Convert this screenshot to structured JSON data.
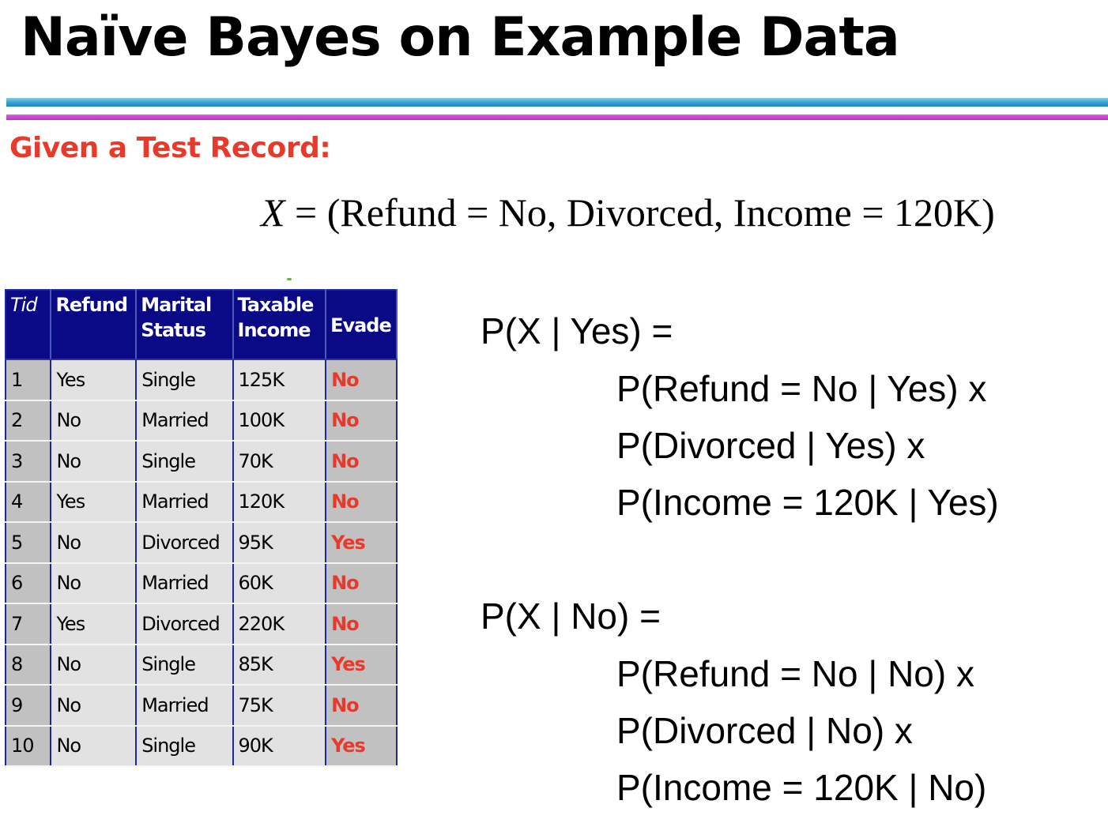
{
  "slide": {
    "title": "Naïve Bayes on Example Data",
    "subtitle": "Given a Test Record:",
    "formula": {
      "var": "X",
      "body": " = (Refund = No, Divorced, Income = 120K)"
    }
  },
  "table": {
    "headers": [
      "Tid",
      "Refund",
      "Marital\nStatus",
      "Taxable\nIncome",
      "Evade"
    ],
    "rows": [
      [
        "1",
        "Yes",
        "Single",
        "125K",
        "No"
      ],
      [
        "2",
        "No",
        "Married",
        "100K",
        "No"
      ],
      [
        "3",
        "No",
        "Single",
        "70K",
        "No"
      ],
      [
        "4",
        "Yes",
        "Married",
        "120K",
        "No"
      ],
      [
        "5",
        "No",
        "Divorced",
        "95K",
        "Yes"
      ],
      [
        "6",
        "No",
        "Married",
        "60K",
        "No"
      ],
      [
        "7",
        "Yes",
        "Divorced",
        "220K",
        "No"
      ],
      [
        "8",
        "No",
        "Single",
        "85K",
        "Yes"
      ],
      [
        "9",
        "No",
        "Married",
        "75K",
        "No"
      ],
      [
        "10",
        "No",
        "Single",
        "90K",
        "Yes"
      ]
    ]
  },
  "equations": {
    "yes": {
      "head": "P(X | Yes) =",
      "terms": [
        "P(Refund = No | Yes) x",
        "P(Divorced | Yes) x",
        "P(Income = 120K | Yes)"
      ]
    },
    "no": {
      "head": "P(X | No) =",
      "terms": [
        "P(Refund = No | No) x",
        "P(Divorced | No) x",
        "P(Income = 120K | No)"
      ]
    }
  },
  "colors": {
    "accent_red": "#e8392b",
    "header_blue": "#0a0a86",
    "rule_blue": "#3aa7d4",
    "rule_purple": "#c33fc7"
  }
}
